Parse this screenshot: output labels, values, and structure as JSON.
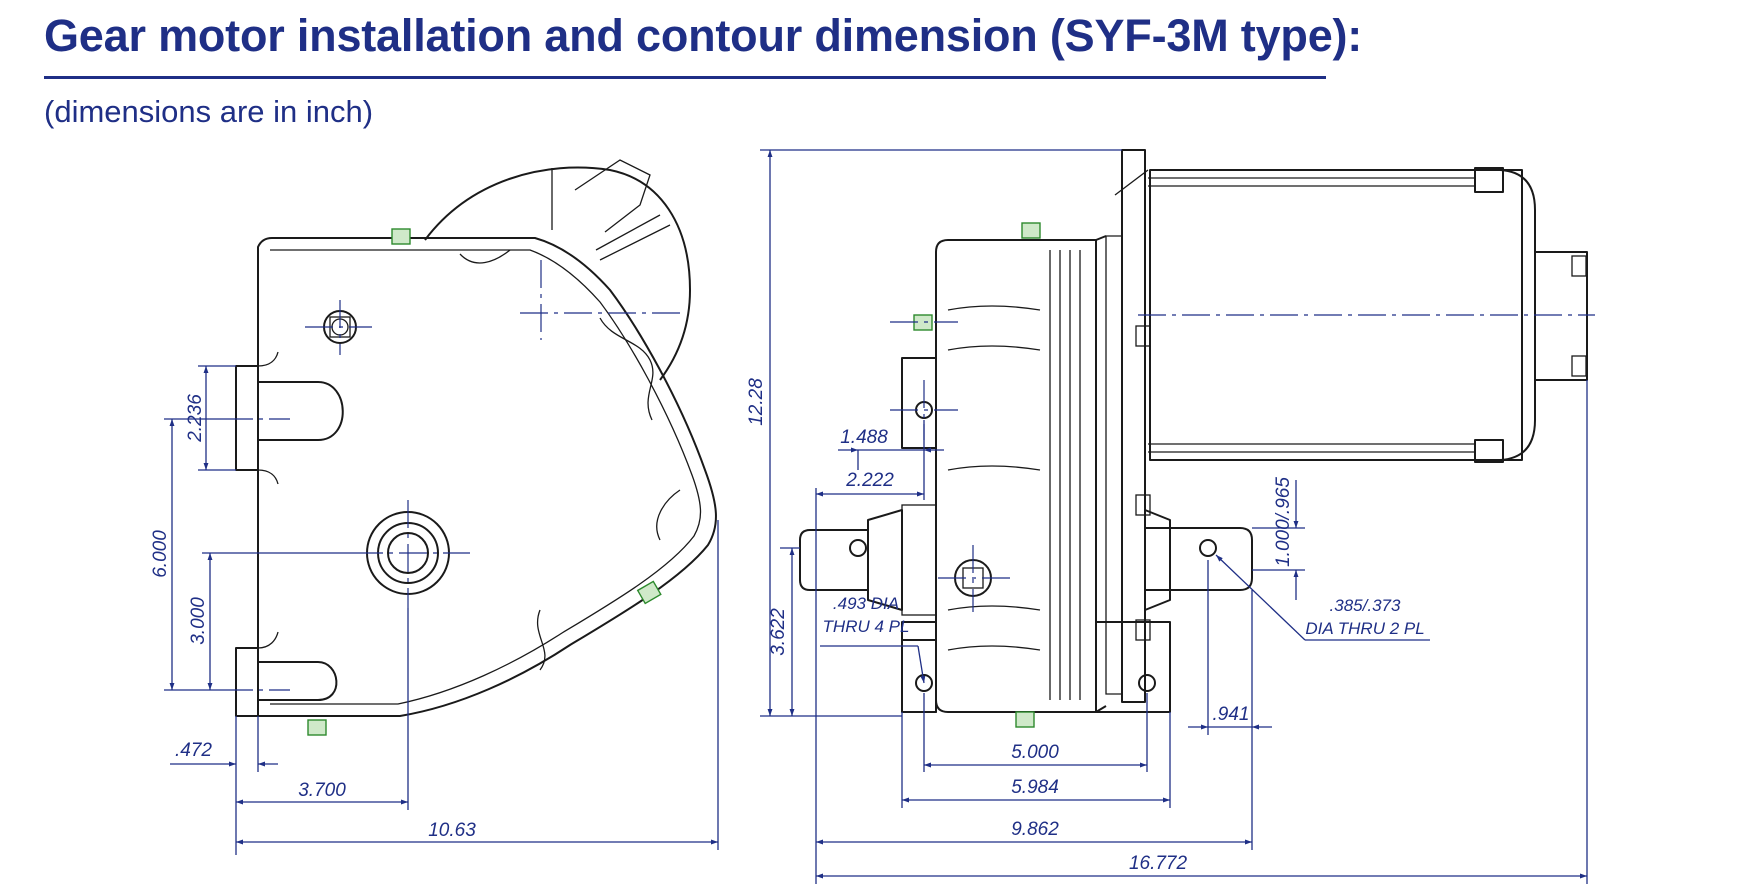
{
  "header": {
    "title": "Gear motor installation and contour dimension (SYF-3M type):",
    "subtitle": "(dimensions are in inch)"
  },
  "colors": {
    "accent": "#1f2f86",
    "outline": "#1a1a1a",
    "fastener": "#2d8a2d"
  },
  "left_view": {
    "dims": {
      "d_2236": "2.236",
      "d_6000": "6.000",
      "d_3000": "3.000",
      "d_0472": ".472",
      "d_3700": "3.700",
      "d_1063": "10.63"
    }
  },
  "right_view": {
    "dims": {
      "d_1228": "12.28",
      "d_1488": "1.488",
      "d_2222": "2.222",
      "d_3622": "3.622",
      "d_5000": "5.000",
      "d_5984": "5.984",
      "d_9862": "9.862",
      "d_16772": "16.772",
      "d_0941": ".941",
      "d_1000": "1.000/.965"
    },
    "notes": {
      "hole_a_line1": ".493 DIA",
      "hole_a_line2": "THRU 4 PL",
      "hole_b_line1": ".385/.373",
      "hole_b_line2": "DIA THRU 2 PL"
    }
  }
}
